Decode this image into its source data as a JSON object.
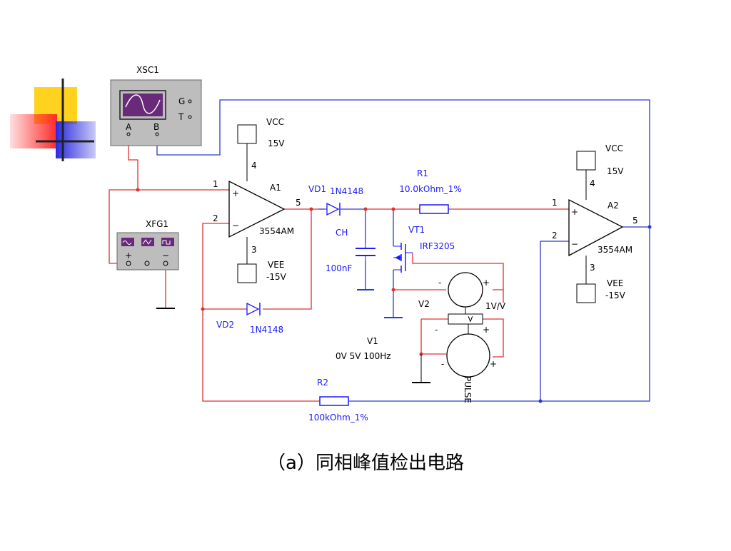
{
  "caption": "（a）同相峰值检出电路",
  "colors": {
    "wire_red": "#e03030",
    "wire_blue": "#2a3ad0",
    "component": "#000000",
    "blue_component": "#1a1aff",
    "instrument_gray": "#bdbdbd",
    "logo_yellow": "#ffd21f",
    "logo_red": "#ff2a2a",
    "logo_blue": "#2a2ae0"
  },
  "oscilloscope": {
    "ref": "XSC1",
    "ch_a": "A",
    "ch_b": "B",
    "g_label": "G",
    "t_label": "T"
  },
  "function_generator": {
    "ref": "XFG1"
  },
  "op_amp_1": {
    "ref": "A1",
    "model": "3554AM",
    "pin_in_plus": "1",
    "pin_in_minus": "2",
    "pin_out": "5",
    "pin_vcc": "4",
    "pin_vee": "3"
  },
  "op_amp_2": {
    "ref": "A2",
    "model": "3554AM",
    "pin_in_plus": "1",
    "pin_in_minus": "2",
    "pin_out": "5",
    "pin_vcc": "4",
    "pin_vee": "3"
  },
  "supplies": {
    "vcc_1": {
      "name": "VCC",
      "value": "15V"
    },
    "vee_1": {
      "name": "VEE",
      "value": "-15V"
    },
    "vcc_2": {
      "name": "VCC",
      "value": "15V"
    },
    "vee_2": {
      "name": "VEE",
      "value": "-15V"
    }
  },
  "diode_vd1": {
    "ref": "VD1",
    "model": "1N4148"
  },
  "diode_vd2": {
    "ref": "VD2",
    "model": "1N4148"
  },
  "capacitor_ch": {
    "ref": "CH",
    "value": "100nF"
  },
  "resistor_r1": {
    "ref": "R1",
    "value": "10.0kOhm_1%"
  },
  "resistor_r2": {
    "ref": "R2",
    "value": "100kOhm_1%"
  },
  "mosfet_vt1": {
    "ref": "VT1",
    "model": "IRF3205"
  },
  "source_v2": {
    "ref": "V2",
    "gain": "1V/V",
    "minus": "-",
    "plus": "+"
  },
  "source_v1": {
    "ref": "V1",
    "params": "0V 5V 100Hz",
    "type": "PULSE",
    "minus": "-",
    "plus": "+"
  }
}
